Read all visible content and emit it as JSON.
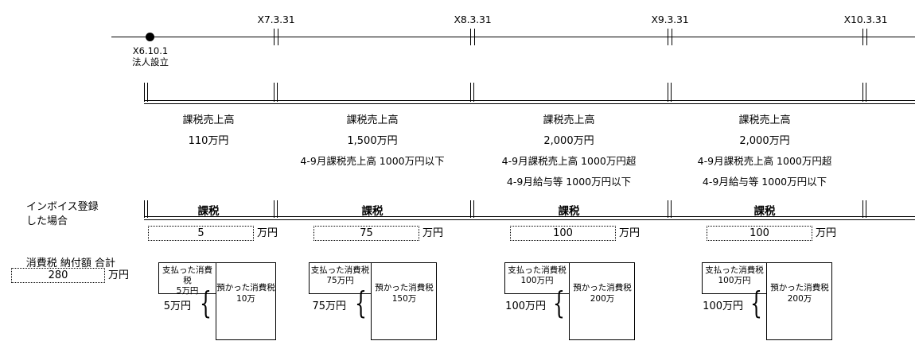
{
  "timeline": {
    "origin": {
      "date": "X6.10.1",
      "event": "法人設立"
    },
    "ticks": [
      {
        "label": "X7.3.31"
      },
      {
        "label": "X8.3.31"
      },
      {
        "label": "X9.3.31"
      },
      {
        "label": "X10.3.31"
      }
    ]
  },
  "periods": [
    {
      "sales_label": "課税売上高",
      "sales_value": "110万円",
      "cond1": "",
      "cond2": "",
      "kazei_label": "課税",
      "tax_value": "5",
      "unit": "万円",
      "paid_label": "支払った消費税",
      "paid_value": "5万円",
      "received_label": "預かった消費税",
      "received_value": "10万",
      "net_value": "5万円"
    },
    {
      "sales_label": "課税売上高",
      "sales_value": "1,500万円",
      "cond1": "4-9月課税売上高  1000万円以下",
      "cond2": "",
      "kazei_label": "課税",
      "tax_value": "75",
      "unit": "万円",
      "paid_label": "支払った消費税",
      "paid_value": "75万円",
      "received_label": "預かった消費税",
      "received_value": "150万",
      "net_value": "75万円"
    },
    {
      "sales_label": "課税売上高",
      "sales_value": "2,000万円",
      "cond1": "4-9月課税売上高  1000万円超",
      "cond2": "4-9月給与等  1000万円以下",
      "kazei_label": "課税",
      "tax_value": "100",
      "unit": "万円",
      "paid_label": "支払った消費税",
      "paid_value": "100万円",
      "received_label": "預かった消費税",
      "received_value": "200万",
      "net_value": "100万円"
    },
    {
      "sales_label": "課税売上高",
      "sales_value": "2,000万円",
      "cond1": "4-9月課税売上高  1000万円超",
      "cond2": "4-9月給与等  1000万円以下",
      "kazei_label": "課税",
      "tax_value": "100",
      "unit": "万円",
      "paid_label": "支払った消費税",
      "paid_value": "100万円",
      "received_label": "預かった消費税",
      "received_value": "200万",
      "net_value": "100万円"
    }
  ],
  "rows": {
    "invoice_label_line1": "インボイス登録",
    "invoice_label_line2": "した場合",
    "total_label": "消費税 納付額 合計",
    "total_value": "280",
    "total_unit": "万円"
  },
  "brace_glyph": "{"
}
